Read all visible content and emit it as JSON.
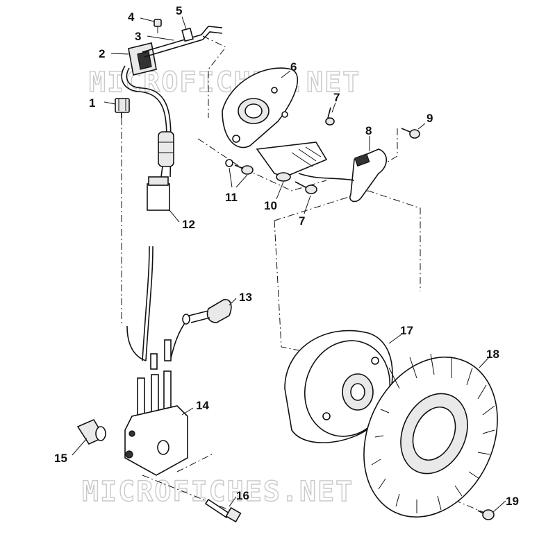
{
  "diagram": {
    "watermark_top": "MICROFICHES.NET",
    "watermark_bottom": "MICROFICHES.NET",
    "callouts": [
      {
        "id": "1",
        "label": "1"
      },
      {
        "id": "2",
        "label": "2"
      },
      {
        "id": "3",
        "label": "3"
      },
      {
        "id": "4",
        "label": "4"
      },
      {
        "id": "5",
        "label": "5"
      },
      {
        "id": "6",
        "label": "6"
      },
      {
        "id": "7a",
        "label": "7"
      },
      {
        "id": "7b",
        "label": "7"
      },
      {
        "id": "8",
        "label": "8"
      },
      {
        "id": "9",
        "label": "9"
      },
      {
        "id": "10",
        "label": "10"
      },
      {
        "id": "11",
        "label": "11"
      },
      {
        "id": "12",
        "label": "12"
      },
      {
        "id": "13",
        "label": "13"
      },
      {
        "id": "14",
        "label": "14"
      },
      {
        "id": "15",
        "label": "15"
      },
      {
        "id": "16",
        "label": "16"
      },
      {
        "id": "17",
        "label": "17"
      },
      {
        "id": "18",
        "label": "18"
      },
      {
        "id": "19",
        "label": "19"
      }
    ]
  }
}
